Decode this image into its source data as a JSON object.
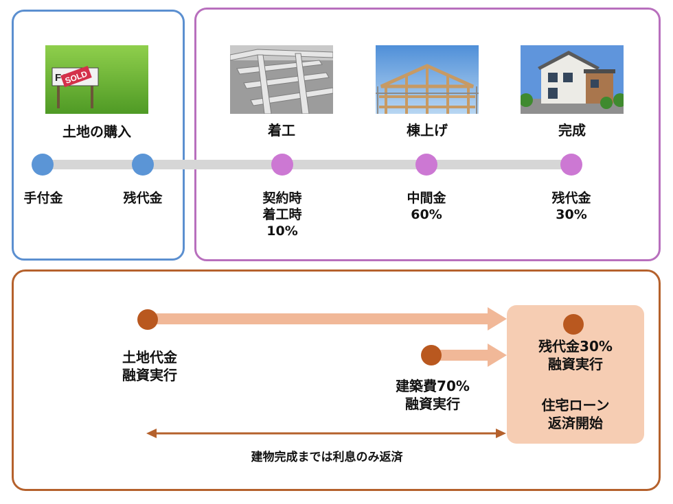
{
  "land": {
    "stage_label": "土地の購入",
    "payments": [
      "手付金",
      "残代金"
    ],
    "sign_text": "FOR SALE SOLD"
  },
  "build": {
    "stages": [
      {
        "label": "着工",
        "payment": [
          "契約時",
          "着工時",
          "10%"
        ]
      },
      {
        "label": "棟上げ",
        "payment": [
          "中間金",
          "60%"
        ]
      },
      {
        "label": "完成",
        "payment": [
          "残代金",
          "30%"
        ]
      }
    ]
  },
  "loan": {
    "land_funding": [
      "土地代金",
      "融資実行"
    ],
    "build_funding": [
      "建築費70%",
      "融資実行"
    ],
    "final": [
      "残代金30%",
      "融資実行",
      "住宅ローン",
      "返済開始"
    ],
    "interest_note": "建物完成までは利息のみ返済"
  },
  "colors": {
    "land_border": "#5b8fd0",
    "build_border": "#b86fbd",
    "loan_border": "#b5612c",
    "blue_dot": "#5b95d6",
    "purple_dot": "#cc78d3",
    "loan_dot": "#b9581f",
    "arrow": "#f1b898",
    "panel": "#f6cdb3",
    "track": "#d6d6d6"
  }
}
